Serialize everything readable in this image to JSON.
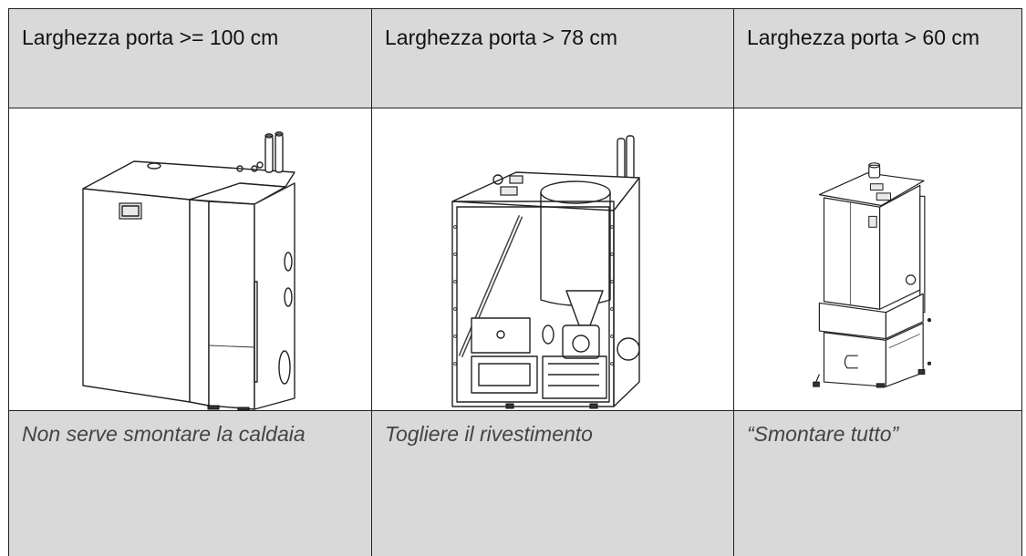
{
  "columns": [
    {
      "header": "Larghezza porta >= 100 cm",
      "illustration": "assembled-boiler-illustration",
      "caption": "Non serve smontare la caldaia"
    },
    {
      "header": "Larghezza porta > 78 cm",
      "illustration": "boiler-frame-illustration",
      "caption": "Togliere il rivestimento"
    },
    {
      "header": "Larghezza porta > 60 cm",
      "illustration": "disassembled-boiler-illustration",
      "caption": "“Smontare tutto”"
    }
  ],
  "colors": {
    "header_bg": "#d9d9d9",
    "caption_bg": "#d9d9d9",
    "border": "#222222"
  }
}
